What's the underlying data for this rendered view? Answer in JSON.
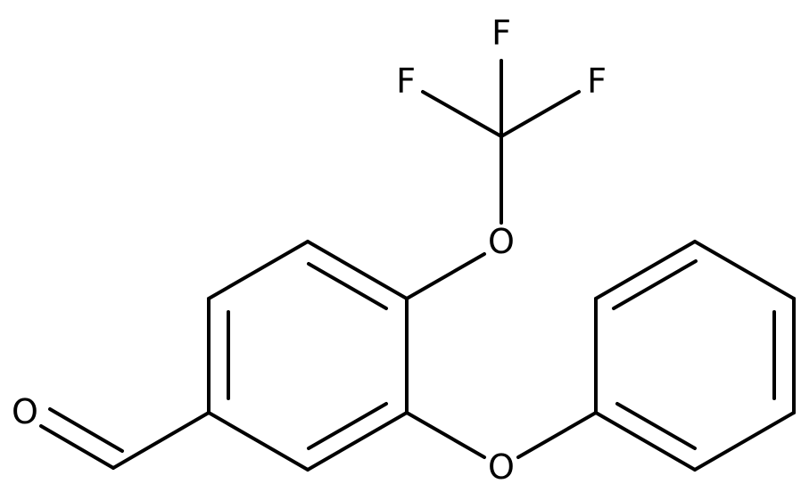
{
  "structure": {
    "atoms": {
      "o_aldehyde": "O",
      "o_ether_top": "O",
      "o_ether_bottom": "O",
      "f_top": "F",
      "f_left": "F",
      "f_right": "F"
    }
  },
  "colors": {
    "bond": "#000000",
    "label": "#000000",
    "background": "#ffffff"
  }
}
